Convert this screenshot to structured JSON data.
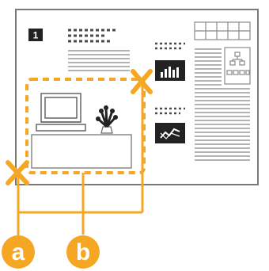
{
  "document": {
    "page_number": "1"
  },
  "markers": [
    {
      "id": "a",
      "label": "a"
    },
    {
      "id": "b",
      "label": "b"
    }
  ],
  "colors": {
    "accent": "#f5a623",
    "page_border": "#808080",
    "text_lines": "#9a9a9a",
    "dark_box": "#222222"
  }
}
